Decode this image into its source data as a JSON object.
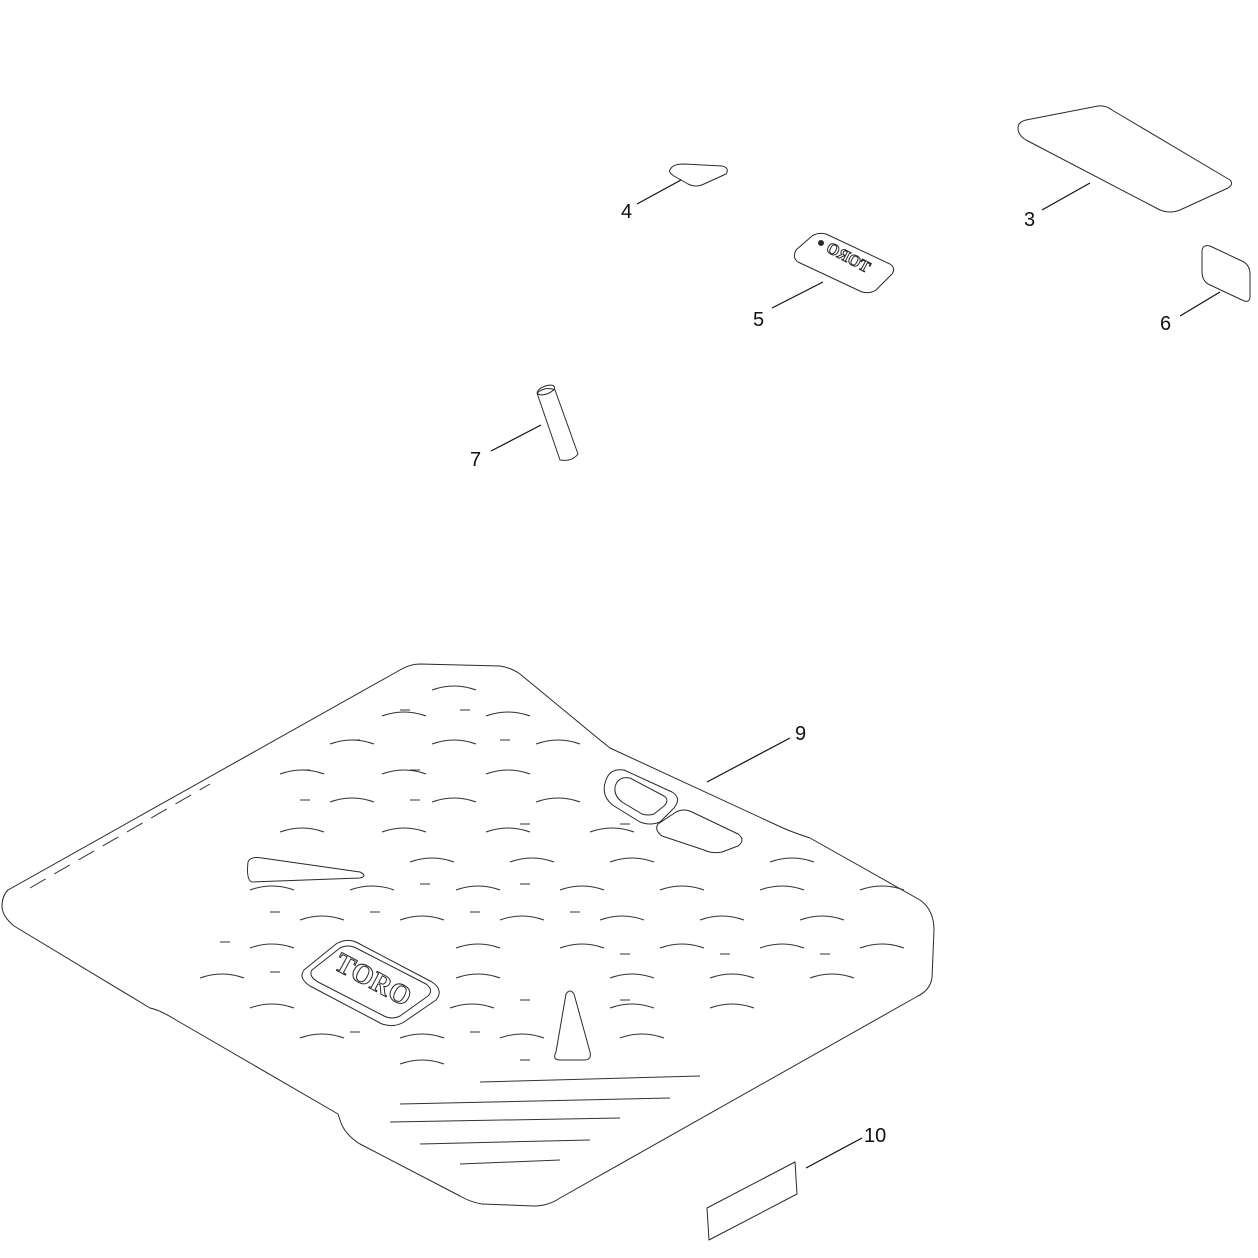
{
  "diagram": {
    "callouts": [
      {
        "id": "3",
        "label": "3"
      },
      {
        "id": "4",
        "label": "4"
      },
      {
        "id": "5",
        "label": "5"
      },
      {
        "id": "6",
        "label": "6"
      },
      {
        "id": "7",
        "label": "7"
      },
      {
        "id": "9",
        "label": "9"
      },
      {
        "id": "10",
        "label": "10"
      }
    ],
    "logo_text_small": "TORO",
    "logo_text_large": "TORO"
  },
  "colors": {
    "line": "#2a2a2a",
    "background": "#ffffff"
  }
}
